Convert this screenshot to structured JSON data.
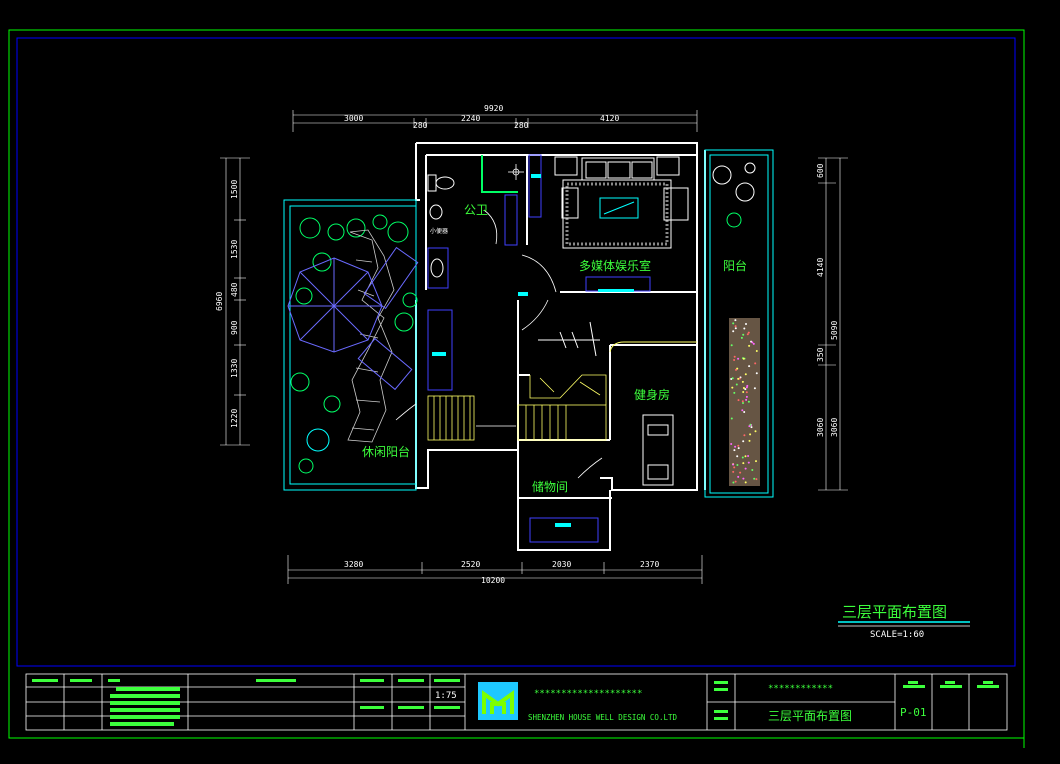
{
  "drawing": {
    "title": "三层平面布置图",
    "scale": "SCALE=1:60",
    "rooms": {
      "toilet": "公卫",
      "media_room": "多媒体娱乐室",
      "balcony": "阳台",
      "gym": "健身房",
      "leisure_balcony": "休闲阳台",
      "storage": "储物间",
      "urinal_note": "小便器"
    },
    "dims_top": {
      "total": "9920",
      "d1": "3000",
      "d2": "280",
      "d3": "2240",
      "d4": "280",
      "d5": "4120"
    },
    "dims_bottom": {
      "total": "10200",
      "d1": "3280",
      "d2": "2520",
      "d3": "2030",
      "d4": "2370"
    },
    "dims_left": {
      "total": "6960",
      "d1": "1500",
      "d2": "1530",
      "d3": "480",
      "d4": "900",
      "d5": "1330",
      "d6": "1220"
    },
    "dims_right": {
      "d1": "600",
      "d2": "4140",
      "d3": "5090",
      "d4": "350",
      "d5": "3060",
      "d6": "3060"
    }
  },
  "title_block": {
    "ratio": "1:75",
    "company": "SHENZHEN HOUSE WELL DESIGN CO.LTD",
    "stars_long": "********************",
    "stars_short": "************",
    "sheet_title": "三层平面布置图",
    "sheet_no": "P-01"
  },
  "colors": {
    "frame": "#00ff00",
    "wall": "#ffffff",
    "dim": "#ffffff",
    "text": "#3cff3c",
    "cyan": "#00ffff",
    "blue": "#4040ff",
    "yellow": "#ffff66"
  }
}
